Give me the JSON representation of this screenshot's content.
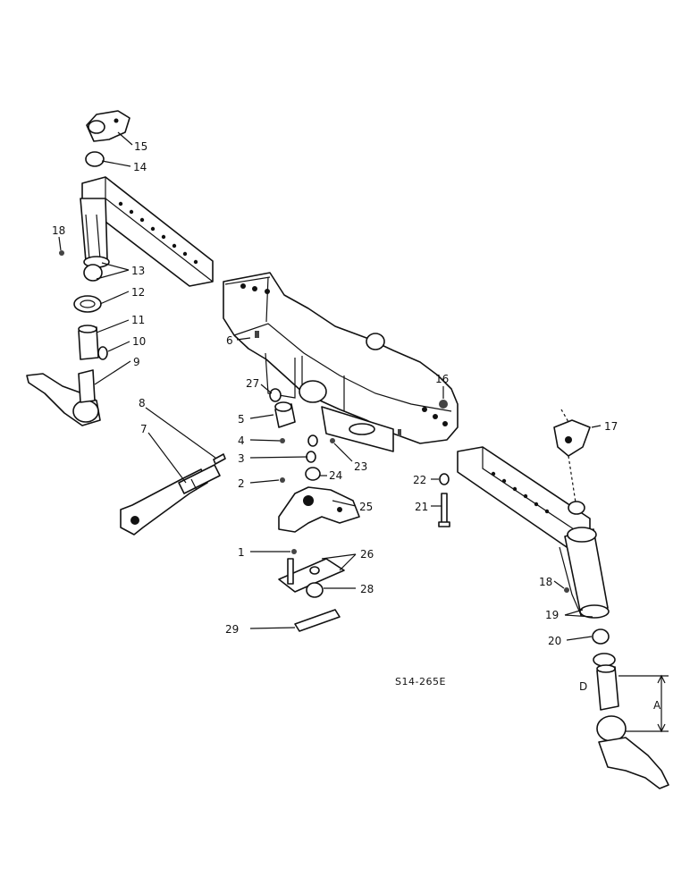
{
  "drawing_code": "S14-265E",
  "dimension_labels": {
    "a": "A",
    "d": "D"
  },
  "callouts": [
    {
      "id": "c1",
      "text": "1"
    },
    {
      "id": "c2",
      "text": "2"
    },
    {
      "id": "c3",
      "text": "3"
    },
    {
      "id": "c4",
      "text": "4"
    },
    {
      "id": "c5",
      "text": "5"
    },
    {
      "id": "c6",
      "text": "6"
    },
    {
      "id": "c7",
      "text": "7"
    },
    {
      "id": "c8",
      "text": "8"
    },
    {
      "id": "c9",
      "text": "9"
    },
    {
      "id": "c10",
      "text": "10"
    },
    {
      "id": "c11",
      "text": "11"
    },
    {
      "id": "c12",
      "text": "12"
    },
    {
      "id": "c13",
      "text": "13"
    },
    {
      "id": "c14",
      "text": "14"
    },
    {
      "id": "c15",
      "text": "15"
    },
    {
      "id": "c16",
      "text": "16"
    },
    {
      "id": "c17",
      "text": "17"
    },
    {
      "id": "c18a",
      "text": "18"
    },
    {
      "id": "c18b",
      "text": "18"
    },
    {
      "id": "c19",
      "text": "19"
    },
    {
      "id": "c20",
      "text": "20"
    },
    {
      "id": "c21",
      "text": "21"
    },
    {
      "id": "c22",
      "text": "22"
    },
    {
      "id": "c23",
      "text": "23"
    },
    {
      "id": "c24",
      "text": "24"
    },
    {
      "id": "c25",
      "text": "25"
    },
    {
      "id": "c26",
      "text": "26"
    },
    {
      "id": "c27",
      "text": "27"
    },
    {
      "id": "c28",
      "text": "28"
    },
    {
      "id": "c29",
      "text": "29"
    }
  ]
}
